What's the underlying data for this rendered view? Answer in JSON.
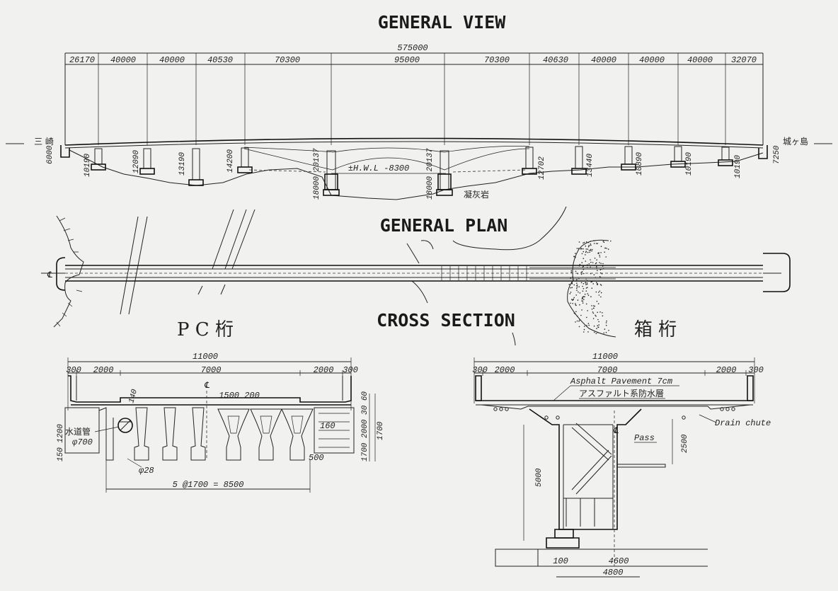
{
  "titles": {
    "general_view": "GENERAL VIEW",
    "general_plan": "GENERAL PLAN",
    "cross_section": "CROSS SECTION"
  },
  "general_view": {
    "total_length": "575000",
    "spans": [
      "26170",
      "40000",
      "40000",
      "40530",
      "70300",
      "95000",
      "70300",
      "40630",
      "40000",
      "40000",
      "40000",
      "32070"
    ],
    "left_place": "三 崎",
    "right_place": "城ヶ島",
    "hwl_label": "±H.W.L -8300",
    "rock_label": "凝灰岩",
    "pier_labels": [
      "6000",
      "10190",
      "12090",
      "13190",
      "14200",
      "18000 20137",
      "18000 20137",
      "12702",
      "13440",
      "10890",
      "10190",
      "10190",
      "7250"
    ]
  },
  "cross_section": {
    "pc_label": "P C 桁",
    "box_label": "箱 桁",
    "pc": {
      "overall_width": "11000",
      "widths": [
        "300",
        "2000",
        "7000",
        "2000",
        "300"
      ],
      "centerline": "℄",
      "girder_spacing": "1500 200",
      "bottom_dim": "5 @1700 = 8500",
      "water_pipe_label": "水道管",
      "water_pipe_size": "φ700",
      "small_dim": "φ28",
      "dim_160": "160",
      "dim_500": "500",
      "left_heights": "150 1200",
      "right_heights": "1700 2000 30 60",
      "right_height_main": "1700",
      "slab": "140"
    },
    "box": {
      "overall_width": "11000",
      "widths": [
        "300",
        "2000",
        "7000",
        "2000",
        "300"
      ],
      "pavement_en": "Asphalt Pavement 7cm",
      "pavement_jp": "アスファルト系防水層",
      "centerline": "℄",
      "pass_label": "Pass",
      "drain_label": "Drain chute",
      "height_left": "5000",
      "height_right": "2500",
      "bottom_dims": [
        "100",
        "4600",
        "4800"
      ]
    }
  }
}
